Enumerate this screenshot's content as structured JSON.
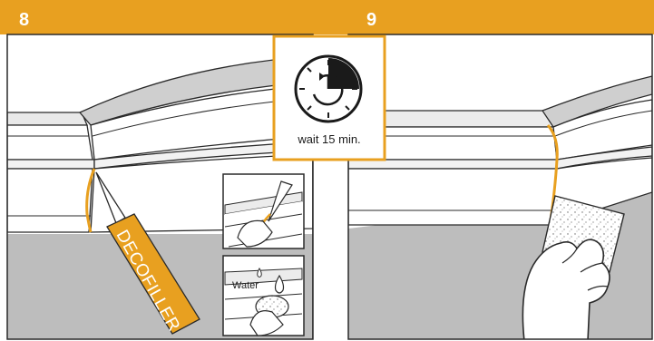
{
  "steps": [
    {
      "number": "8"
    },
    {
      "number": "9"
    }
  ],
  "wait_badge": {
    "label": "wait 15 min.",
    "icon": "clock-icon"
  },
  "product": {
    "name": "DECOFILLER"
  },
  "inset_water": {
    "label": "Water",
    "icon": "water-drop-icon"
  },
  "colors": {
    "accent": "#e8a020",
    "wall": "#bdbdbd",
    "line": "#2a2a2a",
    "badge_border": "#e8a020"
  }
}
